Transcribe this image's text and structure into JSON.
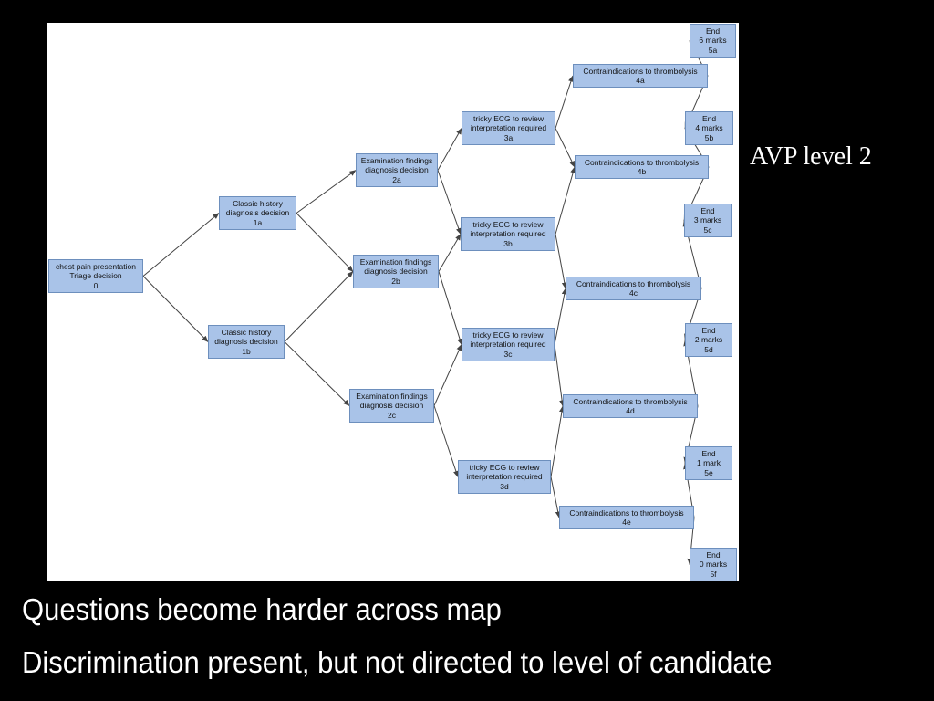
{
  "diagram": {
    "nodes": [
      {
        "id": "0",
        "lines": [
          "chest pain presentation",
          "Triage decision",
          "0"
        ]
      },
      {
        "id": "1a",
        "lines": [
          "Classic history",
          "diagnosis decision",
          "1a"
        ]
      },
      {
        "id": "1b",
        "lines": [
          "Classic history",
          "diagnosis decision",
          "1b"
        ]
      },
      {
        "id": "2a",
        "lines": [
          "Examination findings",
          "diagnosis decision",
          "2a"
        ]
      },
      {
        "id": "2b",
        "lines": [
          "Examination findings",
          "diagnosis decision",
          "2b"
        ]
      },
      {
        "id": "2c",
        "lines": [
          "Examination findings",
          "diagnosis decision",
          "2c"
        ]
      },
      {
        "id": "3a",
        "lines": [
          "tricky ECG to review",
          "interpretation required",
          "3a"
        ]
      },
      {
        "id": "3b",
        "lines": [
          "tricky ECG to review",
          "interpretation required",
          "3b"
        ]
      },
      {
        "id": "3c",
        "lines": [
          "tricky ECG to review",
          "interpretation required",
          "3c"
        ]
      },
      {
        "id": "3d",
        "lines": [
          "tricky ECG to review",
          "interpretation required",
          "3d"
        ]
      },
      {
        "id": "4a",
        "lines": [
          "Contraindications to thrombolysis",
          "4a"
        ]
      },
      {
        "id": "4b",
        "lines": [
          "Contraindications to thrombolysis",
          "4b"
        ]
      },
      {
        "id": "4c",
        "lines": [
          "Contraindications to thrombolysis",
          "4c"
        ]
      },
      {
        "id": "4d",
        "lines": [
          "Contraindications to thrombolysis",
          "4d"
        ]
      },
      {
        "id": "4e",
        "lines": [
          "Contraindications to thrombolysis",
          "4e"
        ]
      },
      {
        "id": "5a",
        "lines": [
          "End",
          "6 marks",
          "5a"
        ]
      },
      {
        "id": "5b",
        "lines": [
          "End",
          "4 marks",
          "5b"
        ]
      },
      {
        "id": "5c",
        "lines": [
          "End",
          "3 marks",
          "5c"
        ]
      },
      {
        "id": "5d",
        "lines": [
          "End",
          "2 marks",
          "5d"
        ]
      },
      {
        "id": "5e",
        "lines": [
          "End",
          "1 mark",
          "5e"
        ]
      },
      {
        "id": "5f",
        "lines": [
          "End",
          "0 marks",
          "5f"
        ]
      }
    ],
    "edges": [
      [
        "0",
        "1a"
      ],
      [
        "0",
        "1b"
      ],
      [
        "1a",
        "2a"
      ],
      [
        "1a",
        "2b"
      ],
      [
        "1b",
        "2b"
      ],
      [
        "1b",
        "2c"
      ],
      [
        "2a",
        "3a"
      ],
      [
        "2a",
        "3b"
      ],
      [
        "2b",
        "3b"
      ],
      [
        "2b",
        "3c"
      ],
      [
        "2c",
        "3c"
      ],
      [
        "2c",
        "3d"
      ],
      [
        "3a",
        "4a"
      ],
      [
        "3a",
        "4b"
      ],
      [
        "3b",
        "4b"
      ],
      [
        "3b",
        "4c"
      ],
      [
        "3c",
        "4c"
      ],
      [
        "3c",
        "4d"
      ],
      [
        "3d",
        "4d"
      ],
      [
        "3d",
        "4e"
      ],
      [
        "4a",
        "5a"
      ],
      [
        "4a",
        "5b"
      ],
      [
        "4b",
        "5b"
      ],
      [
        "4b",
        "5c"
      ],
      [
        "4c",
        "5c"
      ],
      [
        "4c",
        "5d"
      ],
      [
        "4d",
        "5d"
      ],
      [
        "4d",
        "5e"
      ],
      [
        "4e",
        "5e"
      ],
      [
        "4e",
        "5f"
      ]
    ],
    "node_fill": "#a9c3e8",
    "node_border": "#6d8fbd",
    "edge_color": "#444444"
  },
  "slide": {
    "side_label": "AVP level 2",
    "caption_1": "Questions become harder across map",
    "caption_2": "Discrimination present, but not directed to level of candidate",
    "background": "#000000"
  }
}
